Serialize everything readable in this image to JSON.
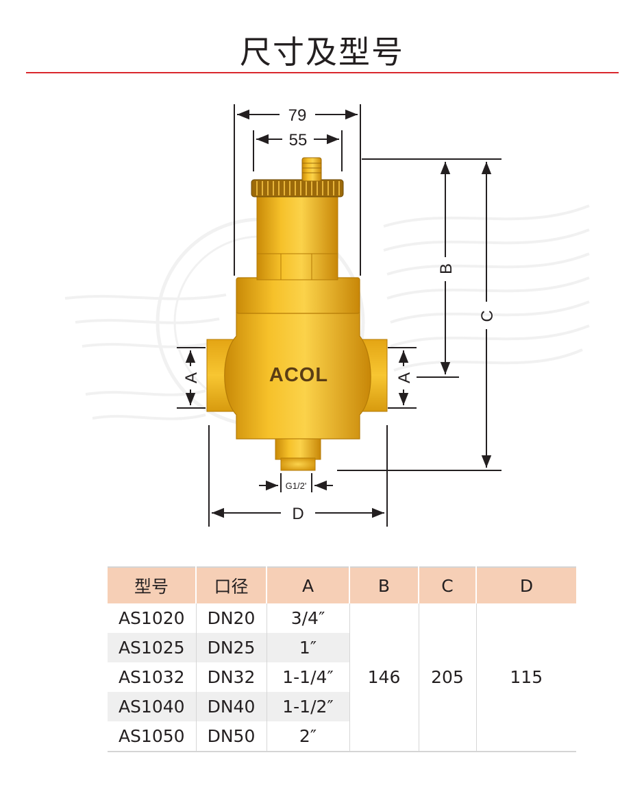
{
  "title": "尺寸及型号",
  "colors": {
    "accent": "#d9262c",
    "brass": "#f0b21a",
    "header_fill": "#f6cfb6"
  },
  "diagram": {
    "dims": {
      "width_outer": "79",
      "width_inner": "55",
      "height_b": "B",
      "height_c": "C",
      "port_a": "A",
      "thread": "G1/2'",
      "length_d": "D"
    },
    "brand": "ACOL"
  },
  "table": {
    "headers": [
      "型号",
      "口径",
      "A",
      "B",
      "C",
      "D"
    ],
    "rows": [
      {
        "model": "AS1020",
        "size": "DN20",
        "a": "3/4″"
      },
      {
        "model": "AS1025",
        "size": "DN25",
        "a": "1″"
      },
      {
        "model": "AS1032",
        "size": "DN32",
        "a": "1-1/4″"
      },
      {
        "model": "AS1040",
        "size": "DN40",
        "a": "1-1/2″"
      },
      {
        "model": "AS1050",
        "size": "DN50",
        "a": "2″"
      }
    ],
    "shared": {
      "b": "146",
      "c": "205",
      "d": "115"
    }
  }
}
